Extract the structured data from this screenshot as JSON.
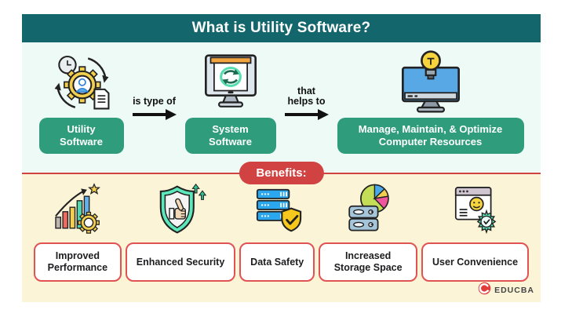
{
  "theme": {
    "header_bg": "#13666b",
    "flow_bg": "#eefaf5",
    "benefits_bg": "#fcf4d7",
    "node_green": "#2f9d7c",
    "accent_red": "#d04342",
    "box_border_red": "#e15353"
  },
  "header": {
    "title": "What is Utility Software?"
  },
  "flow": {
    "nodes": [
      {
        "label": "Utility Software",
        "icon": "gear-person-clock-document-icon"
      },
      {
        "label": "System Software",
        "icon": "monitor-sync-icon"
      },
      {
        "label": "Manage, Maintain, & Optimize Computer Resources",
        "icon": "monitor-lightbulb-icon"
      }
    ],
    "connectors": [
      {
        "label": "is type of"
      },
      {
        "label": "that helps to"
      }
    ]
  },
  "benefits": {
    "title": "Benefits:",
    "items": [
      {
        "label": "Improved Performance",
        "icon": "growth-chart-gear-star-icon"
      },
      {
        "label": "Enhanced Security",
        "icon": "shield-thumbs-up-icon"
      },
      {
        "label": "Data Safety",
        "icon": "server-shield-check-icon"
      },
      {
        "label": "Increased Storage Space",
        "icon": "storage-drive-pie-chart-icon"
      },
      {
        "label": "User Convenience",
        "icon": "browser-smiley-badge-icon"
      }
    ]
  },
  "footer": {
    "brand": "EDUCBA"
  }
}
